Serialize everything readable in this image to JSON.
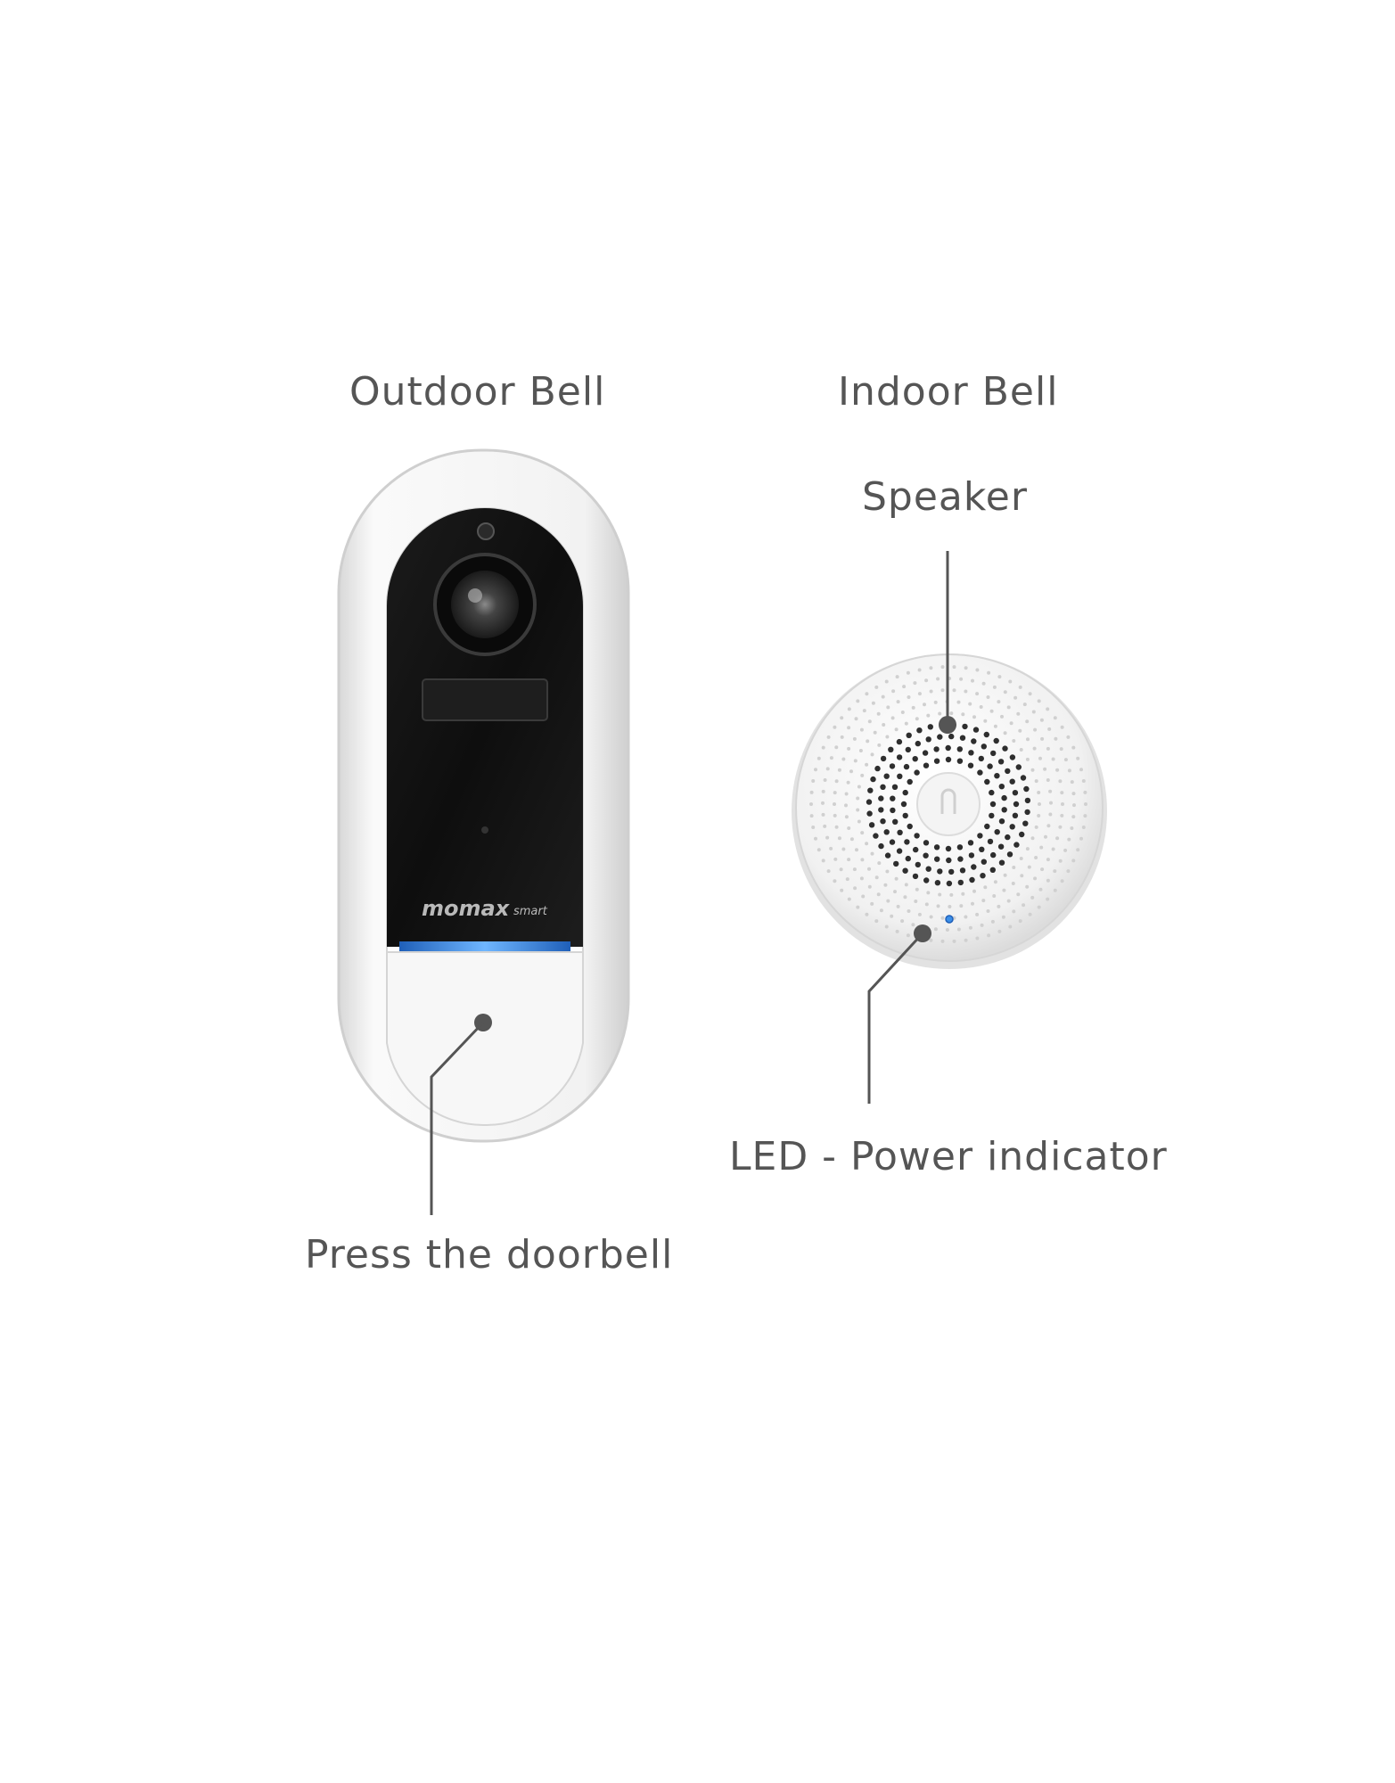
{
  "diagram": {
    "outdoor_title": "Outdoor Bell",
    "indoor_title": "Indoor Bell",
    "callouts": {
      "speaker": "Speaker",
      "press": "Press the doorbell",
      "led": "LED - Power indicator"
    },
    "brand": {
      "name": "momax",
      "suffix": "smart"
    },
    "colors": {
      "label": "#555555",
      "leader": "#555555",
      "led_blue": "#3b8fe8",
      "device_black": "#111111",
      "device_white": "#f4f4f4"
    },
    "icons": [
      "doorbell-camera-icon",
      "chime-speaker-icon",
      "bell-button-icon"
    ]
  }
}
